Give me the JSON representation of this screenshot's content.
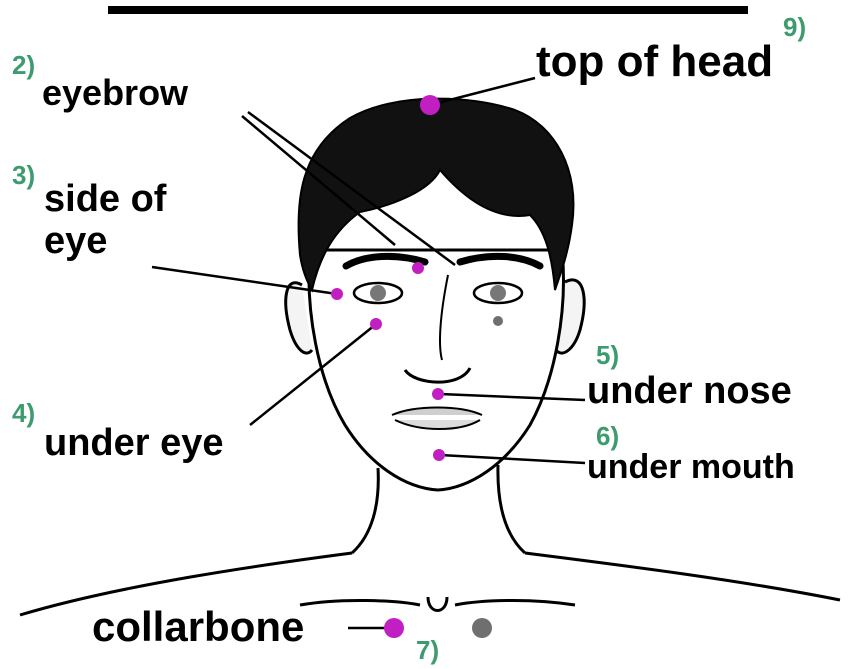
{
  "colors": {
    "point": "#c21fc2",
    "hidden_point": "#6f6f6f",
    "number": "#3d9b6e",
    "ink": "#000000"
  },
  "points": [
    {
      "number": "2)",
      "label": "eyebrow"
    },
    {
      "number": "3)",
      "label_line1": "side of",
      "label_line2": "eye"
    },
    {
      "number": "4)",
      "label": "under eye"
    },
    {
      "number": "5)",
      "label": "under nose"
    },
    {
      "number": "6)",
      "label": "under mouth"
    },
    {
      "number": "7)",
      "label": "collarbone"
    },
    {
      "number": "9)",
      "label": "top of head"
    }
  ]
}
